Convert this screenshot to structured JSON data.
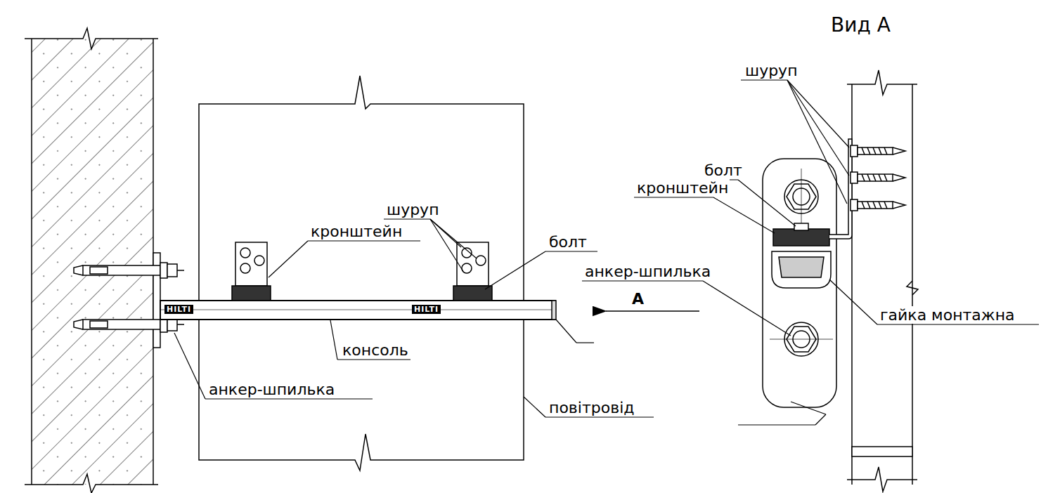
{
  "diagram": {
    "labels": [
      "шуруп",
      "кронштейн",
      "болт",
      "HILTI",
      "HILTI",
      "консоль",
      "анкер-шпилька",
      "повітровід",
      "Вид А",
      "шуруп",
      "болт",
      "кронштейн",
      "анкер-шпилька",
      "A",
      "гайка монтажна"
    ]
  }
}
